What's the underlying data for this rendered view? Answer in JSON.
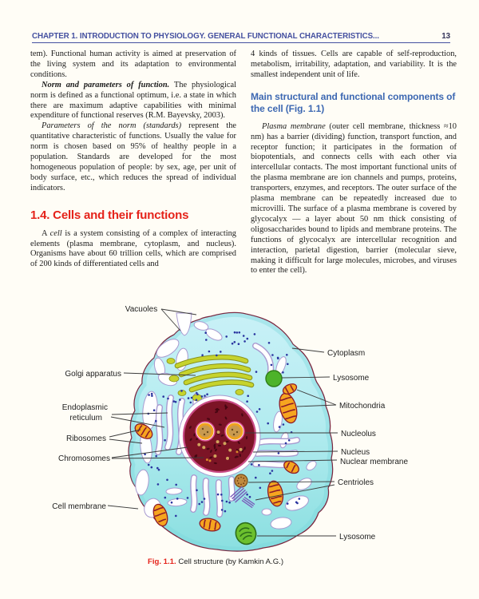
{
  "header": {
    "title": "CHAPTER 1.  INTRODUCTION TO PHYSIOLOGY. GENERAL FUNCTIONAL CHARACTERISTICS...",
    "page_number": "13"
  },
  "left_column": {
    "para1": "tem). Functional human activity is aimed at preservation of the living system and its adaptation to environmental conditions.",
    "para2_lead": "Norm and parameters of function.",
    "para2_rest": " The physiological norm is defined as a functional optimum, i.e. a state in which there are maximum adaptive capabilities with minimal expenditure of functional reserves (R.M. Bayevsky, 2003).",
    "para3_lead": "Parameters of the norm (standards)",
    "para3_rest": " represent the quantitative characteristic of functions. Usually the value for norm is chosen based on 95% of healthy people in a population. Standards are developed for the most homogeneous population of people: by sex, age, per unit of body surface, etc., which reduces the spread of individual indicators.",
    "section_heading": "1.4. Cells and their functions",
    "para4_pre": "A ",
    "para4_italic": "cell",
    "para4_rest": " is a system consisting of a complex of interacting elements (plasma membrane, cytoplasm, and nucleus). Organisms have about 60 trillion cells, which are comprised of 200 kinds of differentiated cells and"
  },
  "right_column": {
    "para1": "4 kinds of tissues. Cells are capable of self-reproduction, metabolism, irritability, adaptation, and variability. It is the smallest independent unit of life.",
    "subheading": "Main structural and functional components of the cell (Fig. 1.1)",
    "para2_lead": "Plasma membrane",
    "para2_rest": " (outer cell membrane, thickness ≈10 nm) has a barrier (dividing) function, transport function, and receptor function; it participates in the formation of biopotentials, and connects cells with each other via intercellular contacts. The most important functional units of the plasma membrane are ion channels and pumps, proteins, transporters, enzymes, and receptors. The outer surface of the plasma membrane can be repeatedly increased due to microvilli. The surface of a plasma membrane is covered by glycocalyx — a layer about 50 nm thick consisting of oligosaccharides bound to lipids and membrane proteins. The functions of glycocalyx are intercellular recognition and interaction, parietal digestion, barrier (molecular sieve, making it difficult for large molecules, microbes, and viruses to enter the cell)."
  },
  "figure": {
    "labels": {
      "vacuoles": "Vacuoles",
      "cytoplasm": "Cytoplasm",
      "golgi": "Golgi apparatus",
      "lysosome_top": "Lysosome",
      "er_line1": "Endoplasmic",
      "er_line2": "reticulum",
      "mitochondria": "Mitochondria",
      "ribosomes": "Ribosomes",
      "nucleolus": "Nucleolus",
      "chromosomes": "Chromosomes",
      "nucleus": "Nucleus",
      "nuclear_membrane": "Nuclear membrane",
      "centrioles": "Centrioles",
      "cell_membrane": "Cell membrane",
      "lysosome_bottom": "Lysosome"
    },
    "caption_lead": "Fig. 1.1.",
    "caption_text": " Cell structure (by Kamkin A.G.)",
    "colors": {
      "header_blue": "#4450a0",
      "heading_red": "#e5231b",
      "subheading_blue": "#3d68b2",
      "cell_fill_light": "#c9f1f7",
      "cell_fill_dark": "#8adfe0",
      "nucleus_fill": "#7c1426",
      "mitochondria_fill": "#f6a51f",
      "lysosome_fill": "#4db32a",
      "golgi_fill": "#c6d32c",
      "er_stroke": "#a89ad0",
      "ribosome_dot": "#2a35a0"
    }
  }
}
